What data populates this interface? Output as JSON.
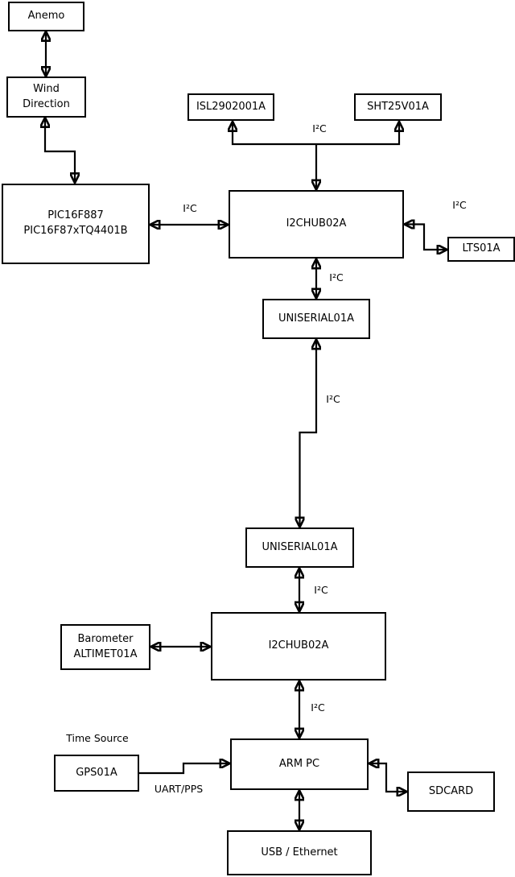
{
  "diagram": {
    "type": "block-diagram",
    "background": "#ffffff",
    "line_color": "#000000",
    "box_fill": "#ffffff",
    "box_border": "#000000",
    "nodes": [
      {
        "id": "anemo",
        "label": "Anemo"
      },
      {
        "id": "wind-direction",
        "label": "Wind\nDirection"
      },
      {
        "id": "pic-mcu",
        "label": "PIC16F887\nPIC16F87xTQ4401B"
      },
      {
        "id": "isl-sensor",
        "label": "ISL2902001A"
      },
      {
        "id": "sht-sensor",
        "label": "SHT25V01A"
      },
      {
        "id": "i2c-hub-upper",
        "label": "I2CHUB02A"
      },
      {
        "id": "lts-sensor",
        "label": "LTS01A"
      },
      {
        "id": "uniserial-upper",
        "label": "UNISERIAL01A"
      },
      {
        "id": "uniserial-lower",
        "label": "UNISERIAL01A"
      },
      {
        "id": "i2c-hub-lower",
        "label": "I2CHUB02A"
      },
      {
        "id": "barometer",
        "label": "Barometer\nALTIMET01A"
      },
      {
        "id": "arm-pc",
        "label": "ARM PC"
      },
      {
        "id": "gps",
        "label": "GPS01A"
      },
      {
        "id": "sdcard",
        "label": "SDCARD"
      },
      {
        "id": "usb-ethernet",
        "label": "USB / Ethernet"
      }
    ],
    "edge_labels": [
      {
        "id": "bus-pic-hub",
        "text": "I²C"
      },
      {
        "id": "bus-top-sensors",
        "text": "I²C"
      },
      {
        "id": "bus-lts",
        "text": "I²C"
      },
      {
        "id": "bus-hub-uniserial",
        "text": "I²C"
      },
      {
        "id": "bus-uniserial-link",
        "text": "I²C"
      },
      {
        "id": "bus-uniserial-hub2",
        "text": "I²C"
      },
      {
        "id": "bus-hub2-armpc",
        "text": "I²C"
      },
      {
        "id": "gps-role",
        "text": "Time Source"
      },
      {
        "id": "gps-link",
        "text": "UART/PPS"
      }
    ],
    "edges": [
      {
        "from": "anemo",
        "to": "wind-direction",
        "arrows": "both"
      },
      {
        "from": "wind-direction",
        "to": "pic-mcu",
        "arrows": "both"
      },
      {
        "from": "pic-mcu",
        "to": "i2c-hub-upper",
        "arrows": "both",
        "label": "I²C"
      },
      {
        "from": "i2c-hub-upper",
        "to": "isl-sensor",
        "arrows": "both",
        "label": "I²C"
      },
      {
        "from": "i2c-hub-upper",
        "to": "sht-sensor",
        "arrows": "both",
        "label": "I²C"
      },
      {
        "from": "i2c-hub-upper",
        "to": "lts-sensor",
        "arrows": "both",
        "label": "I²C"
      },
      {
        "from": "i2c-hub-upper",
        "to": "uniserial-upper",
        "arrows": "both",
        "label": "I²C"
      },
      {
        "from": "uniserial-upper",
        "to": "uniserial-lower",
        "arrows": "both",
        "label": "I²C"
      },
      {
        "from": "uniserial-lower",
        "to": "i2c-hub-lower",
        "arrows": "both",
        "label": "I²C"
      },
      {
        "from": "barometer",
        "to": "i2c-hub-lower",
        "arrows": "both",
        "label": "I²C"
      },
      {
        "from": "i2c-hub-lower",
        "to": "arm-pc",
        "arrows": "both",
        "label": "I²C"
      },
      {
        "from": "gps",
        "to": "arm-pc",
        "arrows": "single",
        "label": "UART/PPS"
      },
      {
        "from": "arm-pc",
        "to": "sdcard",
        "arrows": "both"
      },
      {
        "from": "arm-pc",
        "to": "usb-ethernet",
        "arrows": "both"
      }
    ]
  }
}
